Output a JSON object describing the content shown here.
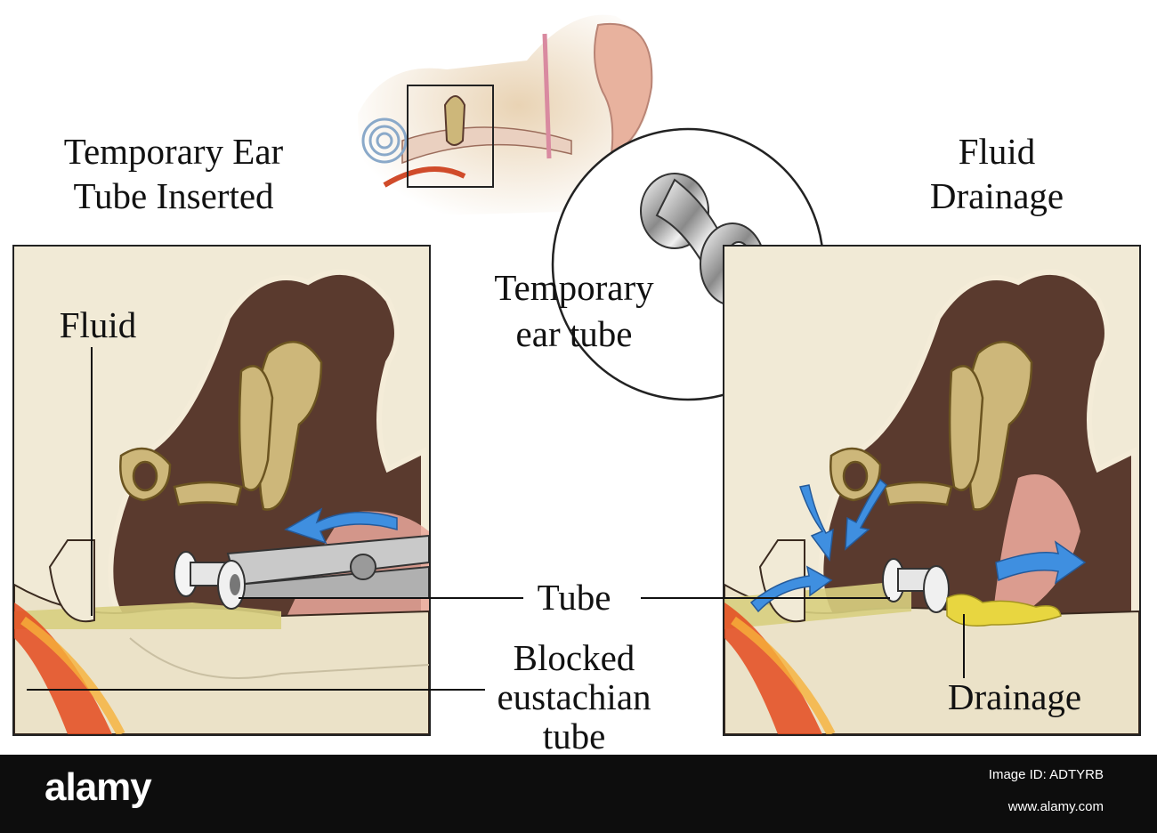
{
  "headings": {
    "left_line1": "Temporary Ear",
    "left_line2": "Tube Inserted",
    "right_line1": "Fluid",
    "right_line2": "Drainage"
  },
  "callout": {
    "line1": "Temporary",
    "line2": "ear tube"
  },
  "labels": {
    "fluid": "Fluid",
    "tube": "Tube",
    "blocked_line1": "Blocked",
    "blocked_line2": "eustachian",
    "blocked_line3": "tube",
    "drainage": "Drainage"
  },
  "watermark": {
    "brand": "alamy",
    "image_id": "Image ID: ADTYRB",
    "url": "www.alamy.com"
  },
  "colors": {
    "bone": "#cdb77a",
    "cavity": "#5a3a2e",
    "fluid": "#d8cf80",
    "arrow": "#3f8fe0",
    "tissue": "#e9a79a",
    "drainage": "#e8d640"
  }
}
